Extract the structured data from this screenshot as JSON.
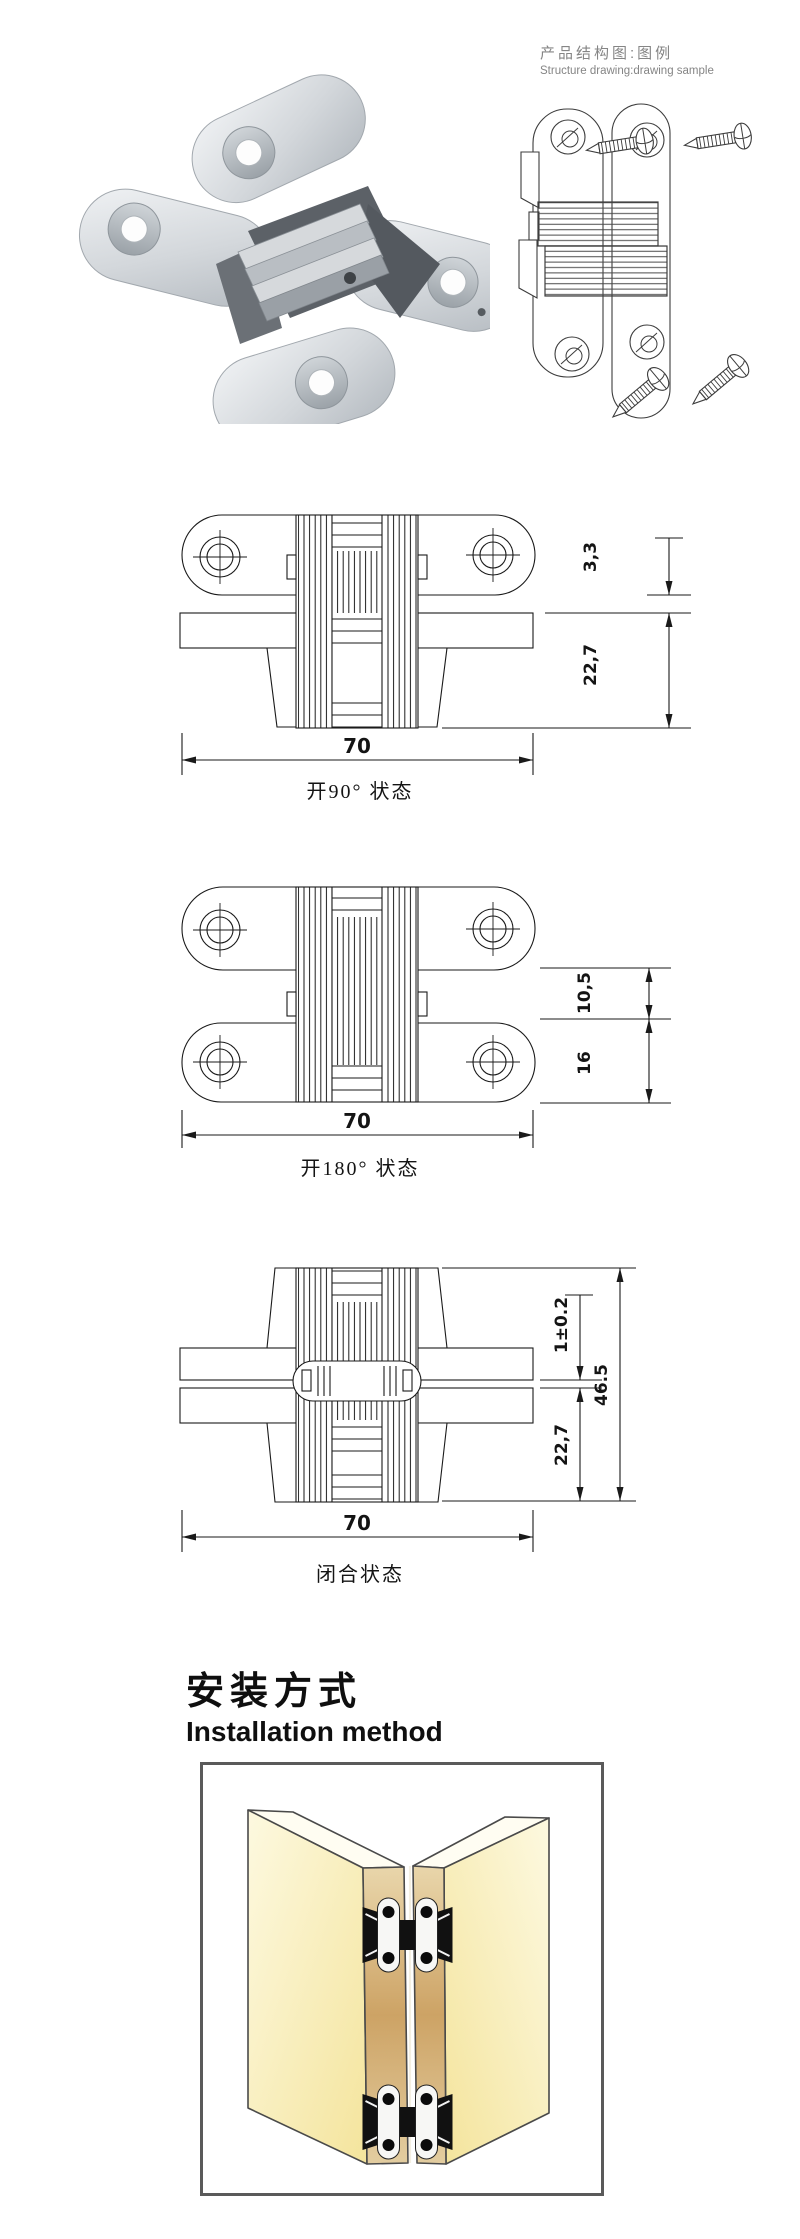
{
  "header": {
    "structure_title_zh": "产品结构图:图例",
    "structure_title_en": "Structure drawing:drawing sample"
  },
  "images": {
    "product_photo": "concealed-cross-hinge-photo",
    "structure_drawing": "hinge-line-drawing-with-mounting-screws",
    "installation_illustration": "two-wood-panels-opened-with-two-concealed-hinges"
  },
  "drawings": {
    "open90": {
      "caption": "开90° 状态",
      "width": "70",
      "dim_offset": "3,3",
      "dim_depth": "22,7"
    },
    "open180": {
      "caption": "开180° 状态",
      "width": "70",
      "dim_gap": "10,5",
      "dim_leaf": "16"
    },
    "closed": {
      "caption": "闭合状态",
      "width": "70",
      "dim_gap": "1±0.2",
      "dim_depth": "22,7",
      "dim_total": "46.5"
    }
  },
  "installation": {
    "title_zh": "安装方式",
    "title_en": "Installation method"
  },
  "colors": {
    "line": "#1a1a1a",
    "title_gray": "#858585",
    "panel_yellow": "#f6e8a8",
    "panel_edge_tan": "#cfa96f",
    "box_border": "#5a5a5a",
    "hinge_black": "#111111"
  }
}
